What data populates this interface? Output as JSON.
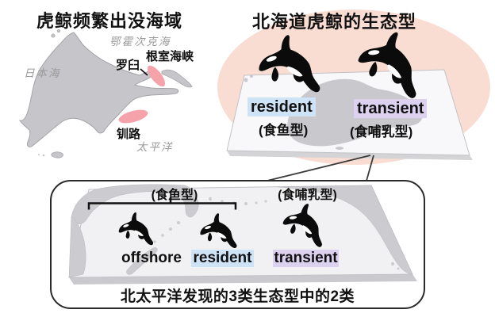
{
  "colors": {
    "frequent_area_pink": "#f6a2ab",
    "background_ellipse_peach": "#f9ddd2",
    "resident_highlight_blue": "#cfe3f6",
    "transient_highlight_purple": "#dcd2f0",
    "land_gray": "#c6c6ca",
    "orca_black": "#0b0b0b"
  },
  "map_section": {
    "title": "虎鲸频繁出没海域",
    "sea_okhotsk": "鄂霍次克海",
    "sea_japan": "日本海",
    "pacific": "太平洋",
    "rausu": "罗臼",
    "nemuro_strait": "根室海峡",
    "kushiro": "钏路"
  },
  "ecotype_section": {
    "title": "北海道虎鲸的生态型",
    "resident": {
      "label": "resident",
      "sub": "(食鱼型)"
    },
    "transient": {
      "label": "transient",
      "sub": "(食哺乳型)"
    }
  },
  "pacific_box": {
    "fish_eater": "(食鱼型)",
    "mammal_eater": "(食哺乳型)",
    "ecotypes": [
      "offshore",
      "resident",
      "transient"
    ],
    "caption": "北太平洋发现的3类生态型中的2类"
  }
}
